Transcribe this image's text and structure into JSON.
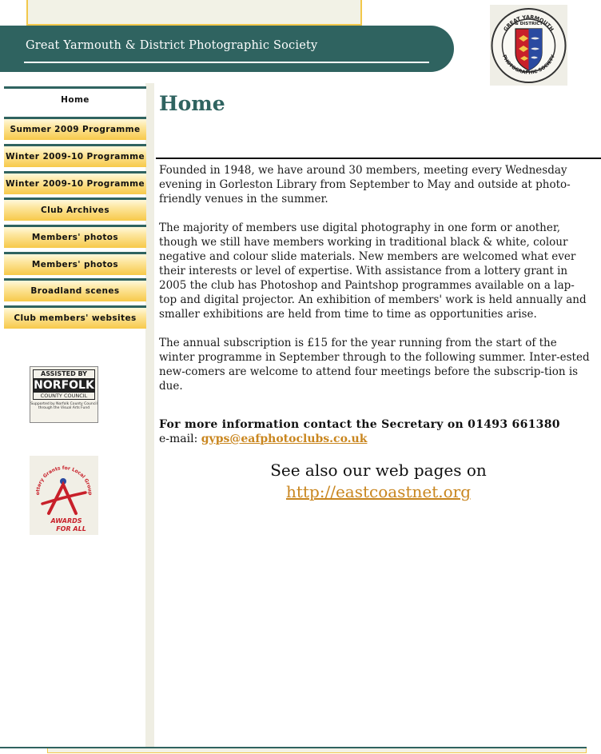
{
  "header": {
    "title": "Great Yarmouth & District Photographic Society"
  },
  "logo": {
    "ring_top": "GREAT YARMOUTH",
    "ring_amp": "& DISTRICT",
    "ring_bottom": "PHOTOGRAPHIC SOCIETY"
  },
  "nav": {
    "items": [
      {
        "label": "Home"
      },
      {
        "label": "Summer 2009 Programme"
      },
      {
        "label": "Winter 2009-10 Programme"
      },
      {
        "label": "Winter 2009-10 Programme"
      },
      {
        "label": "Club Archives"
      },
      {
        "label": "Members' photos"
      },
      {
        "label": "Members' photos"
      },
      {
        "label": "Broadland scenes"
      },
      {
        "label": "Club members' websites"
      }
    ]
  },
  "sponsors": {
    "norfolk": {
      "line1": "ASSISTED BY",
      "line2": "NORFOLK",
      "line3": "COUNTY COUNCIL",
      "small": "Supported by Norfolk County Council through the Visual Arts Fund"
    },
    "lottery": {
      "arc_text": "Lottery Grants for Local Groups",
      "line1": "AWARDS",
      "line2": "FOR ALL"
    }
  },
  "main": {
    "title": "Home",
    "paragraphs": [
      "Founded in 1948, we have around 30 members, meeting every Wednesday evening in Gorleston Library from September to May and outside at photo-friendly venues in the summer.",
      "The majority of members use digital photography in one form or another, though we still have members working in traditional black & white, colour negative and colour slide materials. New members are welcomed what ever their interests or level of expertise. With assistance from a lottery grant in 2005 the club has Photoshop and Paintshop programmes available on a lap-top and digital projector. An exhibition of members' work is held annually and smaller exhibitions are held from time to time as opportunities arise.",
      "The annual subscription is £15 for the year running from the start of the winter programme in September through to the following summer. Inter-ested new-comers are welcome to attend four meetings before the subscrip-tion is due."
    ],
    "contact": "For more information contact the Secretary on 01493 661380",
    "email_label": "e-mail: ",
    "email": "gyps@eafphotoclubs.co.uk",
    "see_also": "See also our web pages on",
    "web_link": "http://eastcoastnet.org"
  },
  "colors": {
    "teal": "#2f6360",
    "gold": "#f7c94a",
    "link": "#c9861f"
  }
}
